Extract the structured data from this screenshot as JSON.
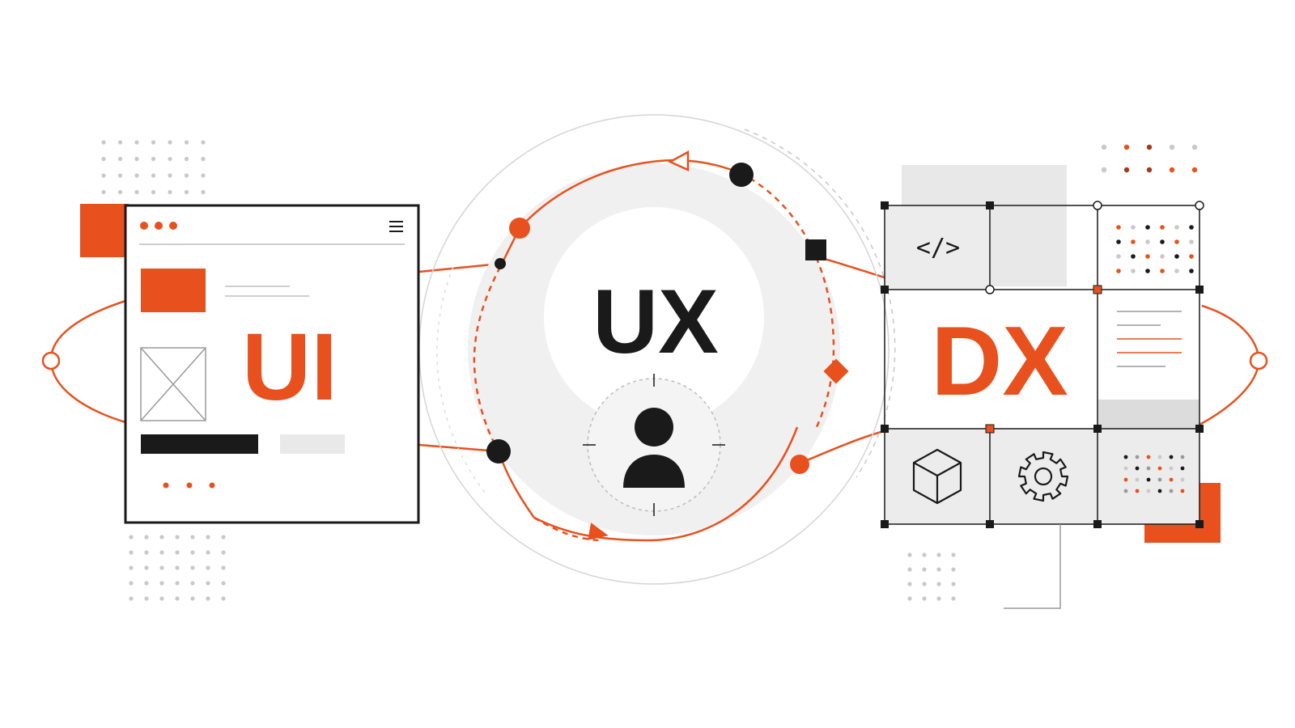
{
  "labels": {
    "ui": "UI",
    "ux": "UX",
    "dx": "DX"
  },
  "code_glyph": "</>",
  "icons": {
    "window_menu": "hamburger-menu-icon",
    "image_placeholder": "image-placeholder-icon",
    "user": "user-icon",
    "code": "code-icon",
    "cube": "cube-icon",
    "gear": "gear-icon"
  },
  "colors": {
    "accent": "#e8511e",
    "dark": "#1a1a1a",
    "light_gray": "#eeeeee",
    "mid_gray": "#bdbdbd",
    "grid_gray": "#e3e3e3"
  }
}
